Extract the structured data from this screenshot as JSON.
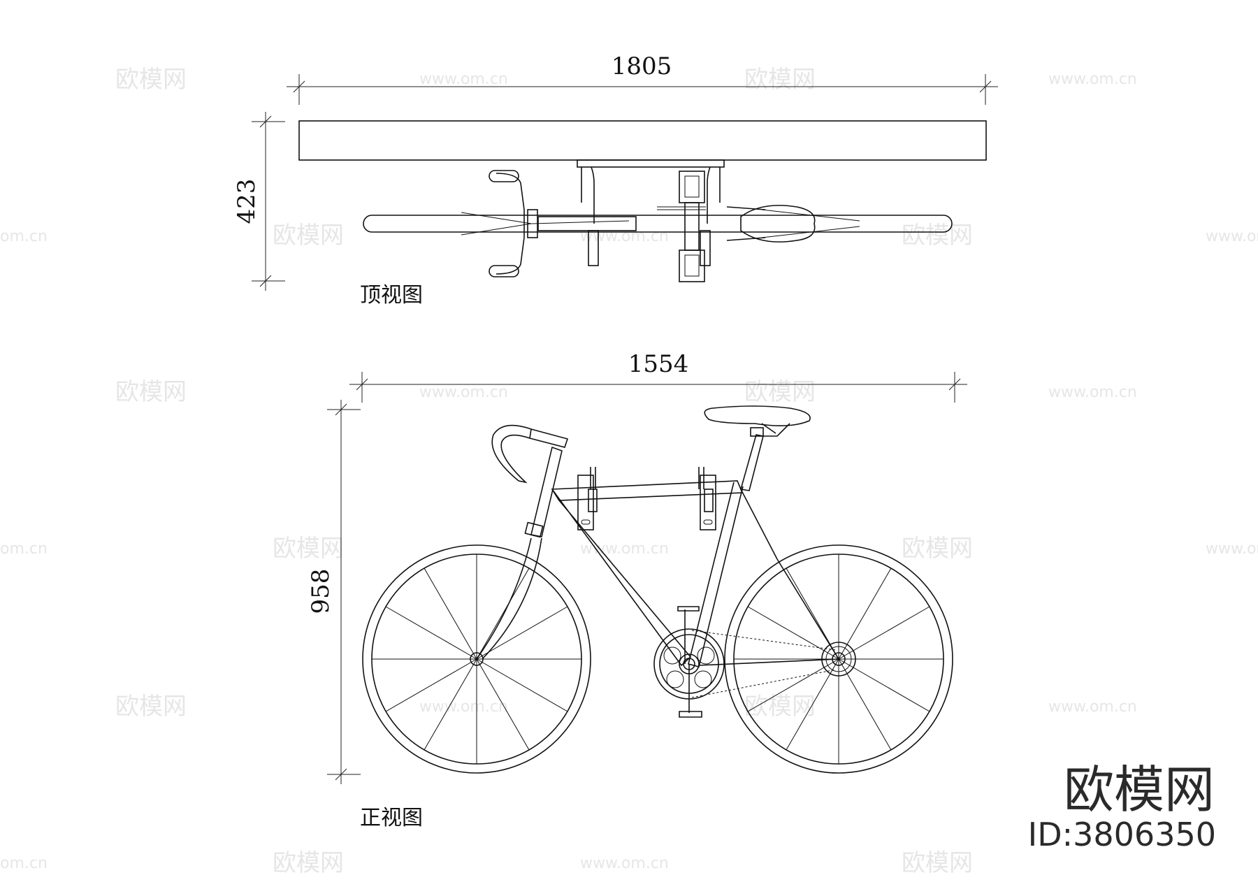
{
  "top_view": {
    "caption": "顶视图",
    "width_dimension": "1805",
    "depth_dimension": "423"
  },
  "front_view": {
    "caption": "正视图",
    "width_dimension": "1554",
    "height_dimension": "958"
  },
  "watermarks": {
    "logo_text": "欧模网",
    "url_text": "www.om.cn",
    "url_fragment": "om.cn"
  },
  "brand": {
    "name": "欧模网",
    "id_label": "ID:3806350"
  }
}
